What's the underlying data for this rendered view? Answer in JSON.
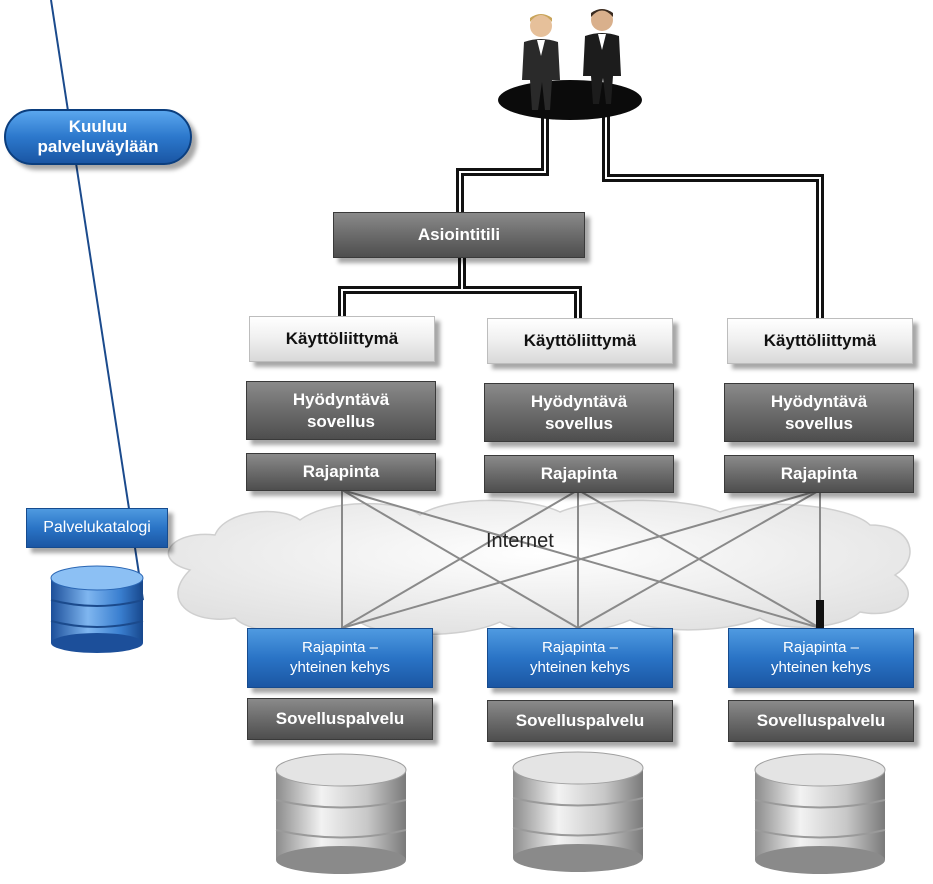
{
  "legend": {
    "belongs_to_bus": "Kuuluu\npalveluväylään"
  },
  "account": {
    "label": "Asiointitili"
  },
  "catalog": {
    "label": "Palvelukatalogi"
  },
  "network": {
    "label": "Internet"
  },
  "columns": [
    {
      "ui": "Käyttöliittymä",
      "app": "Hyödyntävä\nsovellus",
      "api": "Rajapinta",
      "framework": "Rajapinta –\nyhteinen kehys",
      "service": "Sovelluspalvelu"
    },
    {
      "ui": "Käyttöliittymä",
      "app": "Hyödyntävä\nsovellus",
      "api": "Rajapinta",
      "framework": "Rajapinta –\nyhteinen kehys",
      "service": "Sovelluspalvelu"
    },
    {
      "ui": "Käyttöliittymä",
      "app": "Hyödyntävä\nsovellus",
      "api": "Rajapinta",
      "framework": "Rajapinta –\nyhteinen kehys",
      "service": "Sovelluspalvelu"
    }
  ],
  "colors": {
    "dark_box": "#6e6e6e",
    "light_box": "#efefef",
    "bus_blue": "#2a74c6",
    "connector": "#111111"
  },
  "icons": [
    "users-icon",
    "database-icon"
  ]
}
